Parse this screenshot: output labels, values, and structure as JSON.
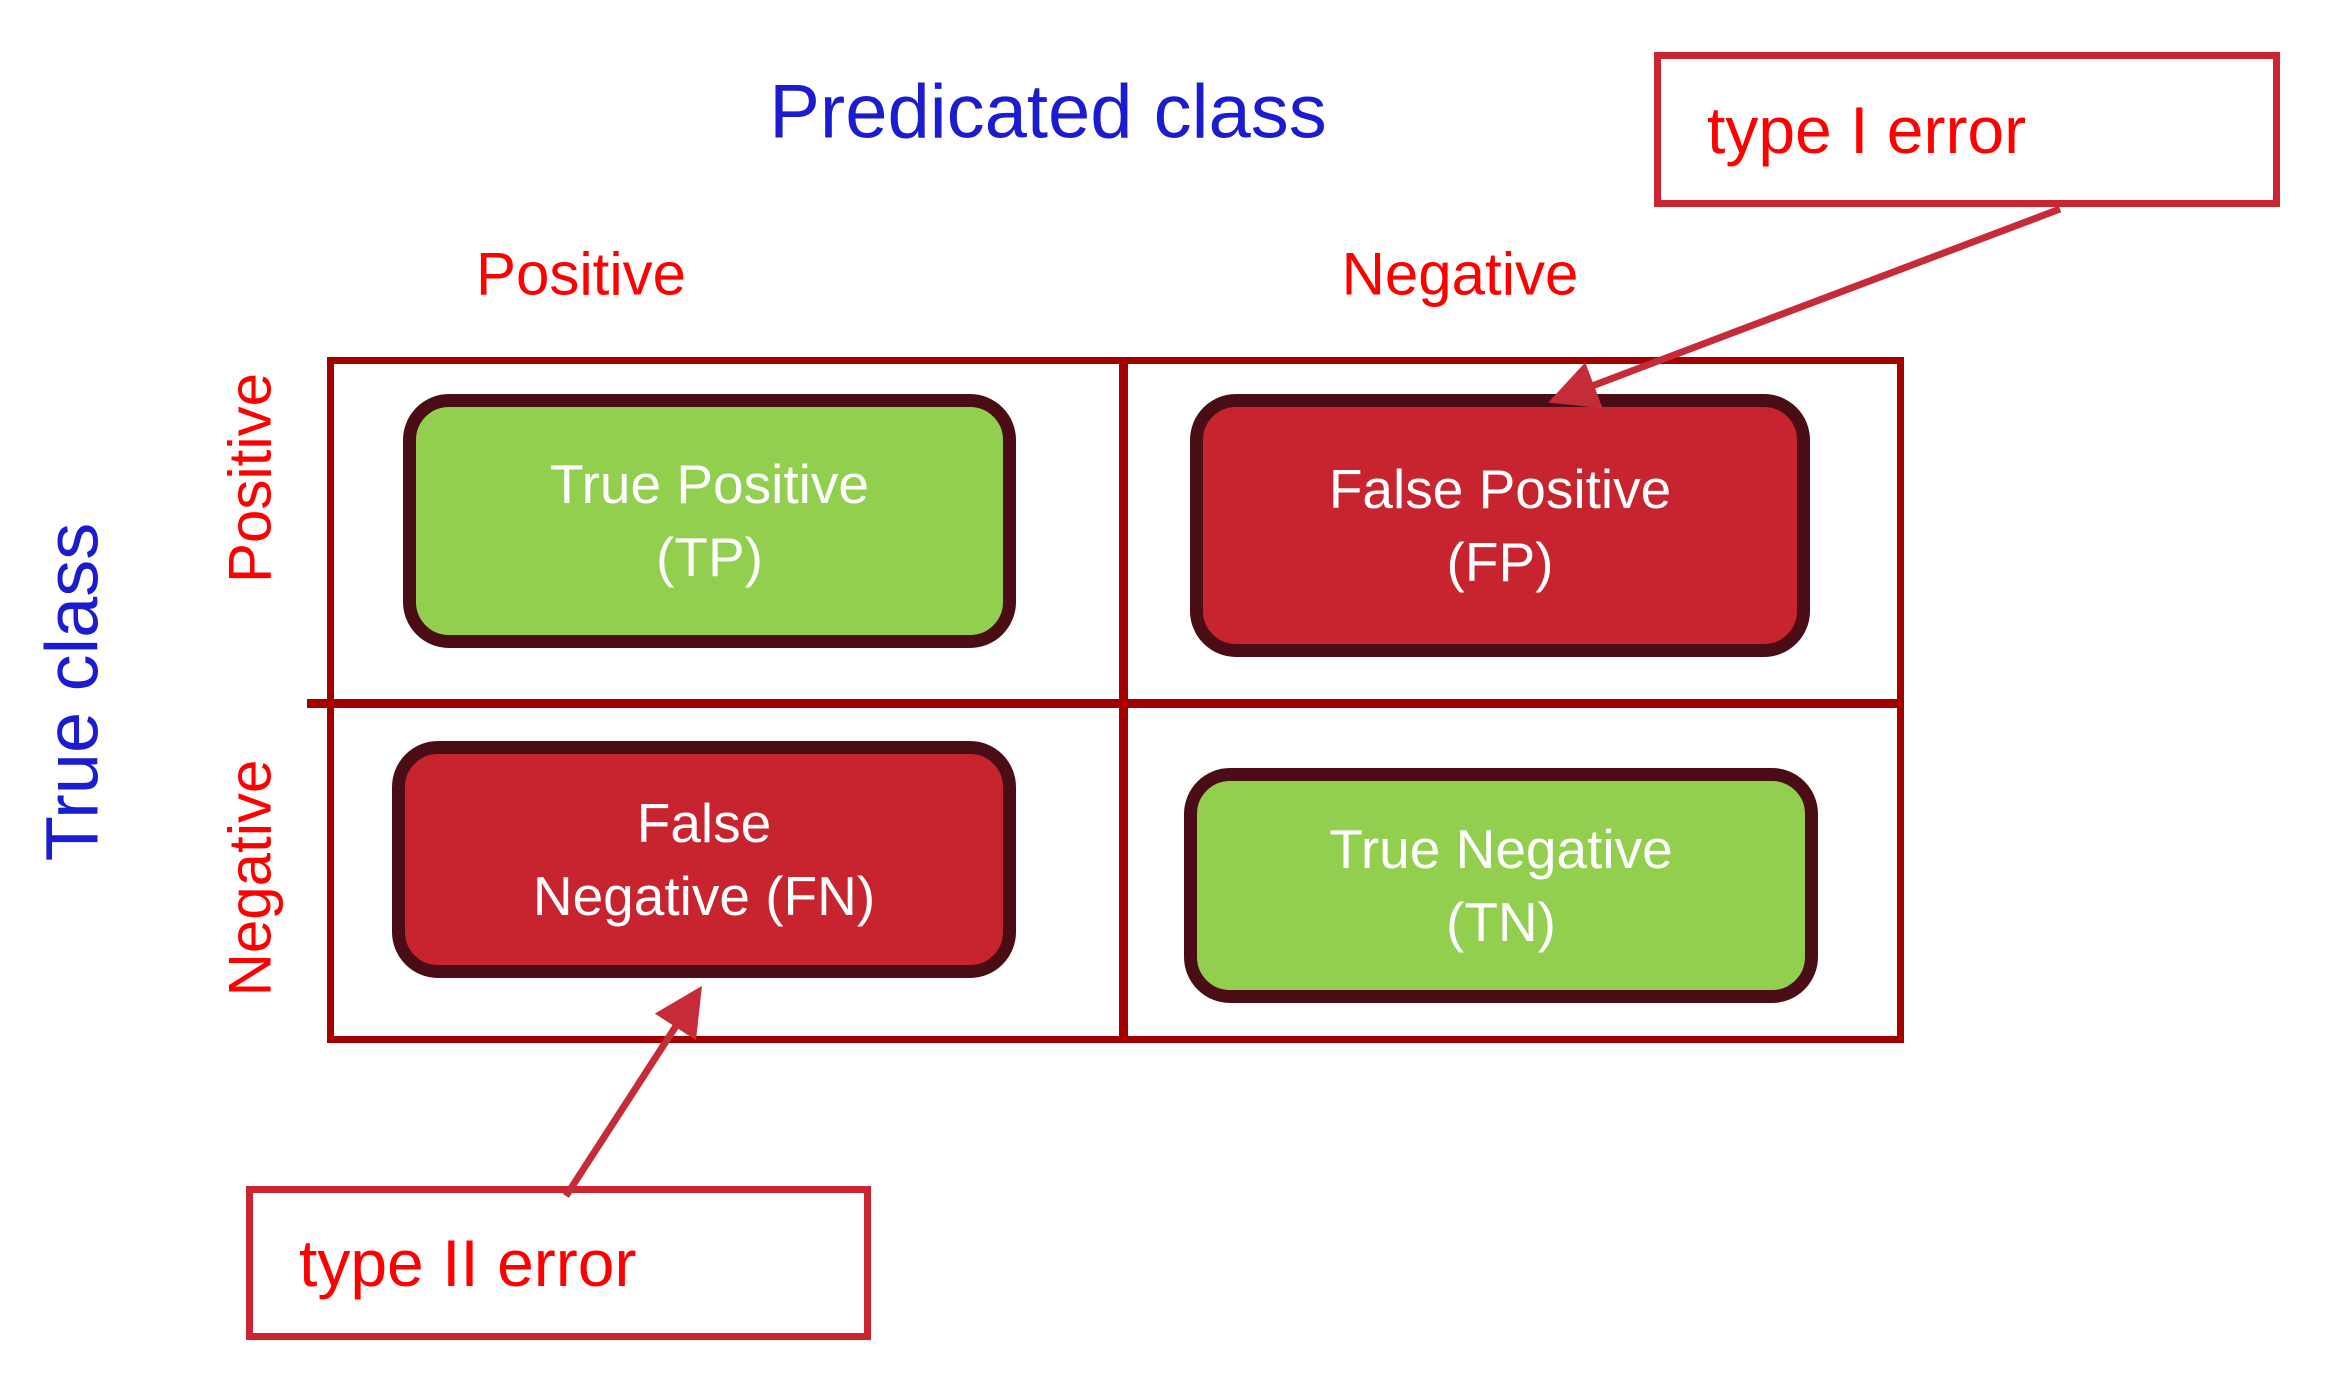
{
  "title": "Predicated class",
  "left_axis": "True class",
  "columns": [
    "Positive",
    "Negative"
  ],
  "rows": [
    "Positive",
    "Negative"
  ],
  "cells": {
    "tp": {
      "line1": "True Positive",
      "line2": "(TP)"
    },
    "fp": {
      "line1": "False Positive",
      "line2": "(FP)"
    },
    "fn": {
      "line1": "False",
      "line2": "Negative (FN)"
    },
    "tn": {
      "line1": "True Negative",
      "line2": "(TN)"
    }
  },
  "annotations": {
    "type1": "type I error",
    "type2": "type II error"
  },
  "colors": {
    "axis_blue": "#1b1bd0",
    "label_red": "#ff0000",
    "grid_dark_red": "#a40000",
    "annotation_red": "#cc2433",
    "cell_red_fill": "#c8242f",
    "cell_green_fill": "#92cf4f",
    "cell_border_maroon": "#4a0d16",
    "cell_text_white": "#ffffff"
  }
}
